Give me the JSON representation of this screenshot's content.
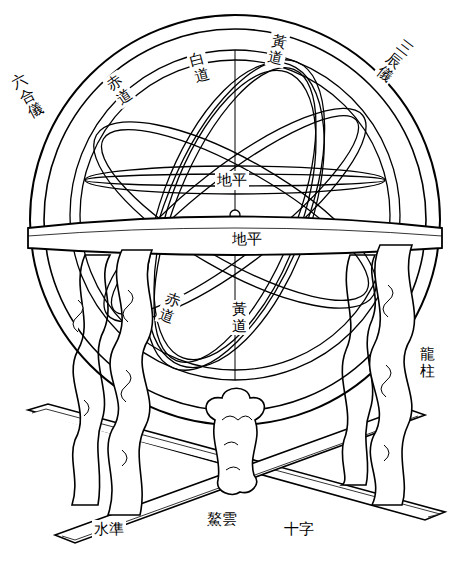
{
  "diagram": {
    "labels": [
      "六合儀",
      "三辰儀",
      "黃道",
      "赤道",
      "白道",
      "地平",
      "地平",
      "赤道",
      "黃道",
      "龍柱",
      "水準",
      "鰲雲",
      "十字"
    ]
  }
}
